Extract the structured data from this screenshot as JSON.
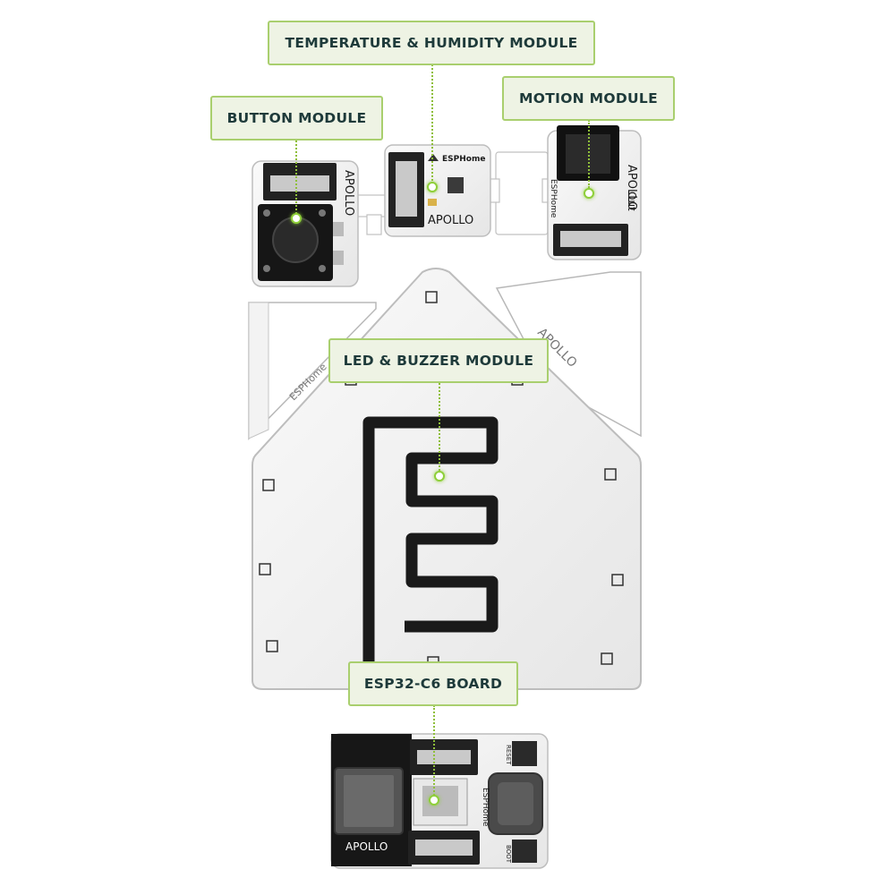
{
  "callouts": {
    "temp_humidity": "TEMPERATURE & HUMIDITY MODULE",
    "button": "BUTTON MODULE",
    "motion": "MOTION MODULE",
    "led_buzzer": "LED & BUZZER MODULE",
    "esp32": "ESP32-C6 BOARD"
  },
  "board_print": {
    "apollo": "APOLLO",
    "esphome": "ESPHome",
    "out": "Out",
    "reset": "RESET",
    "boot": "BOOT"
  },
  "colors": {
    "callout_fill": "#eef3e4",
    "callout_border": "#a9cf6e",
    "callout_text": "#1e3a3a",
    "pcb": "#f4f4f4",
    "trace": "#1a1a1a"
  }
}
